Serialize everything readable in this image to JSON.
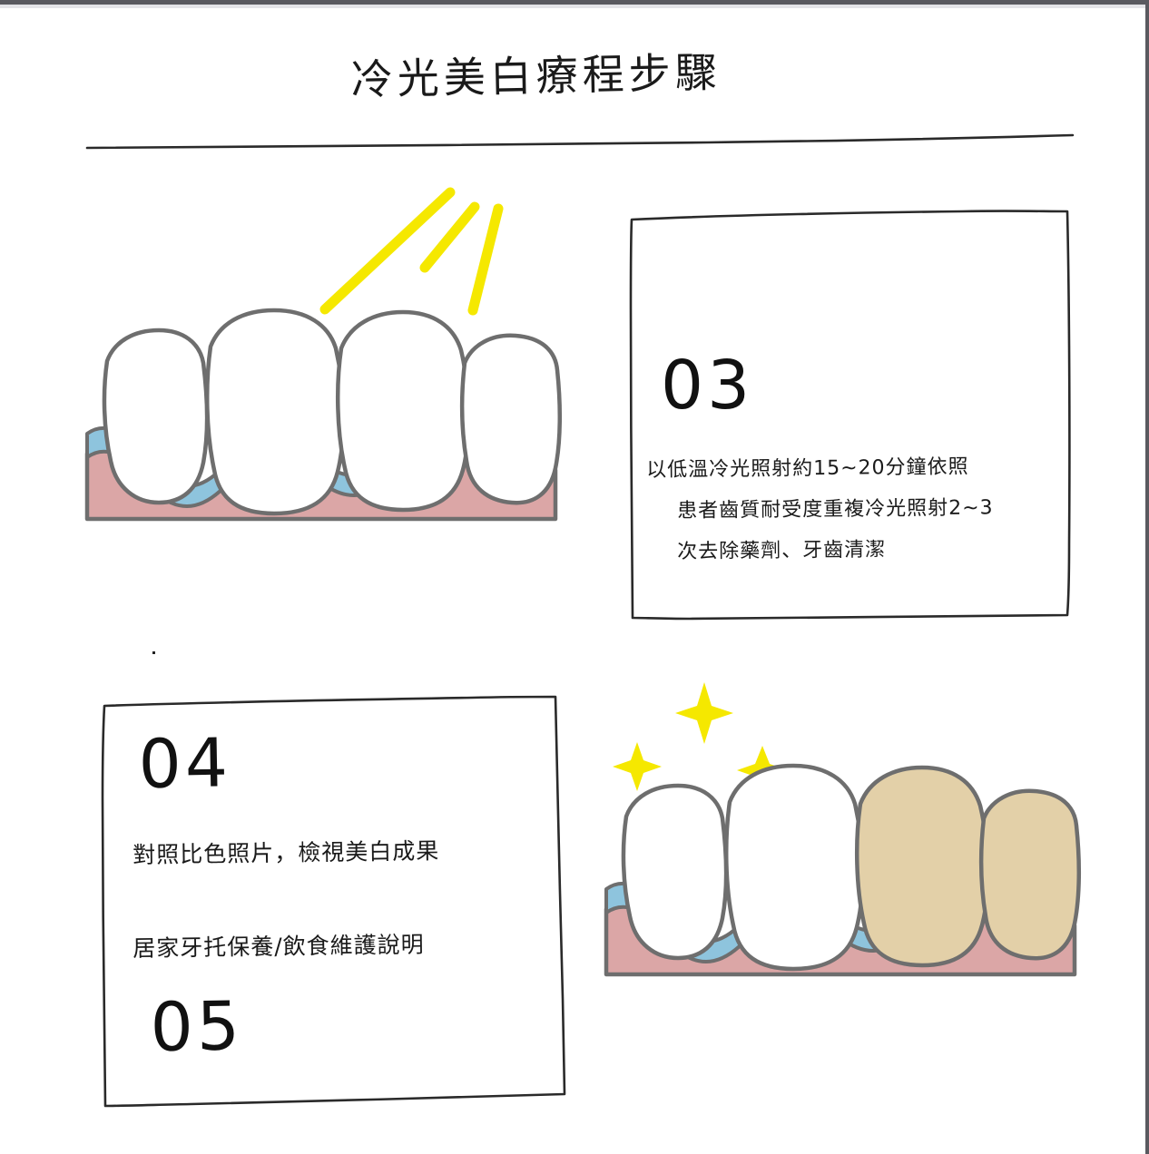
{
  "page": {
    "title": "冷光美白療程步驟",
    "background_color": "#ffffff",
    "chrome_bar_color": "#5a5a60"
  },
  "divider": {
    "name": "title-underline"
  },
  "illustrations": {
    "top_left": {
      "name": "teeth-with-whitening-gel-under-light",
      "teeth": [
        {
          "index": 1,
          "shade": "white",
          "color": "#ffffff"
        },
        {
          "index": 2,
          "shade": "white",
          "color": "#ffffff"
        },
        {
          "index": 3,
          "shade": "white",
          "color": "#ffffff"
        },
        {
          "index": 4,
          "shade": "white",
          "color": "#ffffff"
        }
      ],
      "gum_color": "#dba6a6",
      "gel_color": "#8ec4dd",
      "outline_color": "#6e6e6e",
      "light_rays": {
        "count": 3,
        "color": "#f5e800"
      }
    },
    "bottom_right": {
      "name": "teeth-before-after-comparison",
      "teeth": [
        {
          "index": 1,
          "shade": "white",
          "color": "#ffffff"
        },
        {
          "index": 2,
          "shade": "white",
          "color": "#ffffff"
        },
        {
          "index": 3,
          "shade": "yellow",
          "color": "#e3d0a8"
        },
        {
          "index": 4,
          "shade": "yellow",
          "color": "#e3d0a8"
        }
      ],
      "gum_color": "#dba6a6",
      "gel_color": "#8ec4dd",
      "outline_color": "#6e6e6e",
      "sparkles": {
        "count": 3,
        "color": "#f5e800"
      }
    }
  },
  "steps": [
    {
      "id": "step-03",
      "number": "03",
      "lines": [
        "以低溫冷光照射約15~20分鐘依照",
        "患者齒質耐受度重複冷光照射2~3",
        "次去除藥劑、牙齒清潔"
      ]
    },
    {
      "id": "step-04",
      "number": "04",
      "lines": [
        "對照比色照片，檢視美白成果",
        "居家牙托保養/飲食維護說明"
      ],
      "next_number": "05"
    }
  ]
}
